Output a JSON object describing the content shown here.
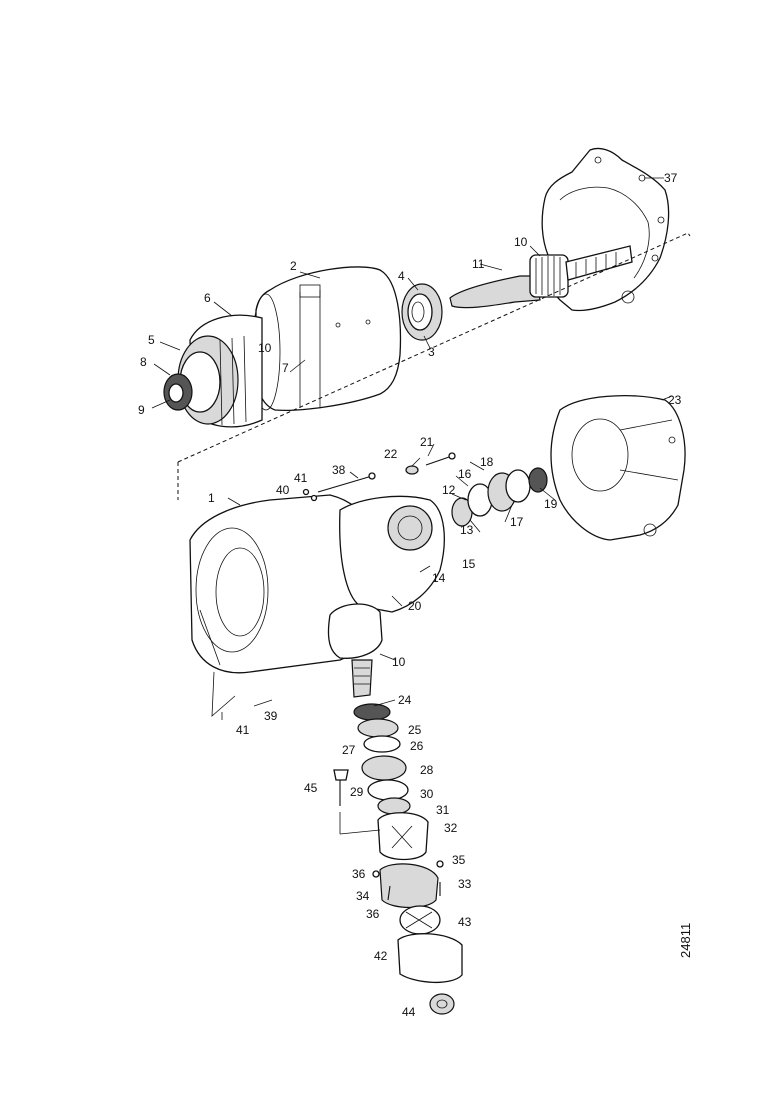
{
  "figure_number": "24811",
  "callouts": [
    "1",
    "2",
    "3",
    "4",
    "5",
    "6",
    "7",
    "8",
    "9",
    "10",
    "11",
    "12",
    "13",
    "14",
    "15",
    "16",
    "17",
    "18",
    "19",
    "20",
    "21",
    "22",
    "23",
    "24",
    "25",
    "26",
    "27",
    "28",
    "29",
    "30",
    "31",
    "32",
    "33",
    "34",
    "35",
    "36",
    "37",
    "38",
    "39",
    "40",
    "41",
    "42",
    "43",
    "44",
    "45"
  ],
  "labels": [
    {
      "text": "37"
    },
    {
      "text": "10"
    },
    {
      "text": "11"
    },
    {
      "text": "2"
    },
    {
      "text": "4"
    },
    {
      "text": "6"
    },
    {
      "text": "3"
    },
    {
      "text": "5"
    },
    {
      "text": "10"
    },
    {
      "text": "7"
    },
    {
      "text": "8"
    },
    {
      "text": "9"
    },
    {
      "text": "23"
    },
    {
      "text": "21"
    },
    {
      "text": "22"
    },
    {
      "text": "18"
    },
    {
      "text": "38"
    },
    {
      "text": "16"
    },
    {
      "text": "41"
    },
    {
      "text": "40"
    },
    {
      "text": "12"
    },
    {
      "text": "1"
    },
    {
      "text": "19"
    },
    {
      "text": "17"
    },
    {
      "text": "13"
    },
    {
      "text": "15"
    },
    {
      "text": "14"
    },
    {
      "text": "20"
    },
    {
      "text": "10"
    },
    {
      "text": "24"
    },
    {
      "text": "39"
    },
    {
      "text": "41"
    },
    {
      "text": "25"
    },
    {
      "text": "27"
    },
    {
      "text": "26"
    },
    {
      "text": "28"
    },
    {
      "text": "45"
    },
    {
      "text": "29"
    },
    {
      "text": "30"
    },
    {
      "text": "31"
    },
    {
      "text": "32"
    },
    {
      "text": "35"
    },
    {
      "text": "36"
    },
    {
      "text": "33"
    },
    {
      "text": "34"
    },
    {
      "text": "36"
    },
    {
      "text": "43"
    },
    {
      "text": "42"
    },
    {
      "text": "44"
    }
  ]
}
